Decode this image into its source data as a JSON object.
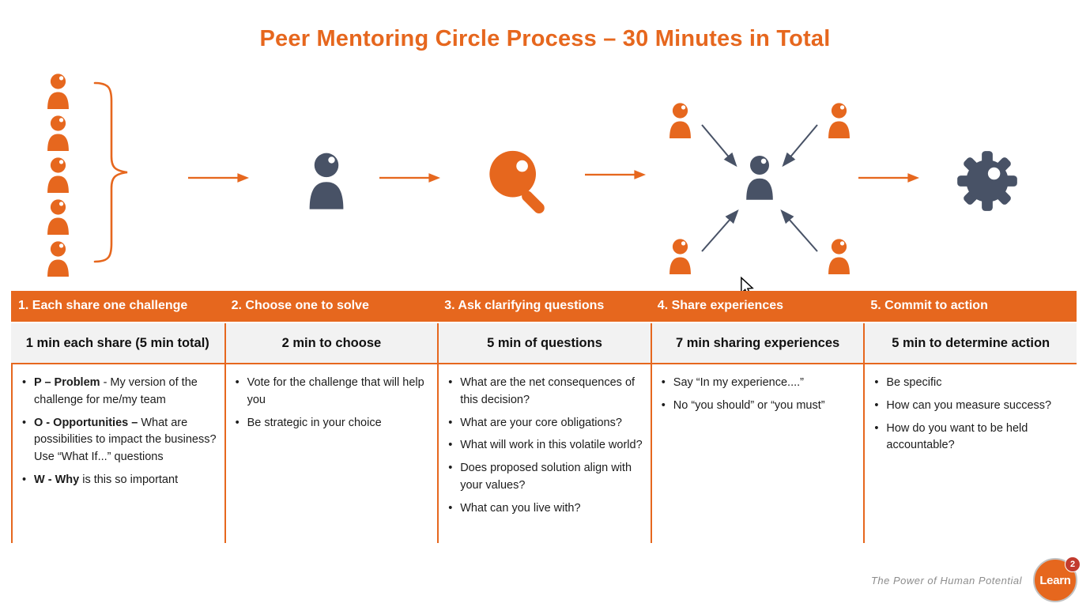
{
  "title": "Peer Mentoring Circle Process – 30 Minutes in Total",
  "colors": {
    "accent_orange": "#E6671E",
    "slate_gray": "#485266",
    "time_row_bg": "#F2F2F2",
    "body_text": "#1C1C1C",
    "tagline_gray": "#8D8D8D",
    "logo_badge_red": "#C23B2E"
  },
  "flow": {
    "participants_count": 5,
    "steps": [
      {
        "icon": "participants-stack"
      },
      {
        "icon": "arrow-right"
      },
      {
        "icon": "person"
      },
      {
        "icon": "arrow-right"
      },
      {
        "icon": "magnifying-glass"
      },
      {
        "icon": "arrow-right"
      },
      {
        "icon": "sharing-circle",
        "contributors": 4
      },
      {
        "icon": "arrow-right"
      },
      {
        "icon": "gear"
      }
    ]
  },
  "columns": [
    {
      "header": "1. Each share one challenge",
      "time": "1 min each share (5 min total)",
      "bullets": [
        [
          {
            "b": "P – Problem"
          },
          {
            "t": " - My version of the challenge for me/my team"
          }
        ],
        [
          {
            "b": "O - Opportunities –"
          },
          {
            "t": " What are possibilities to impact the business? Use “What If...” questions"
          }
        ],
        [
          {
            "b": "W - Why"
          },
          {
            "t": " is this so important"
          }
        ]
      ]
    },
    {
      "header": "2. Choose one to solve",
      "time": "2 min to choose",
      "bullets": [
        [
          {
            "t": "Vote for the challenge that will help you"
          }
        ],
        [
          {
            "t": "Be strategic in your choice"
          }
        ]
      ]
    },
    {
      "header": "3. Ask clarifying questions",
      "time": "5 min of questions",
      "bullets": [
        [
          {
            "t": "What are the net consequences of this decision?"
          }
        ],
        [
          {
            "t": "What are your core obligations?"
          }
        ],
        [
          {
            "t": "What will work in this volatile world?"
          }
        ],
        [
          {
            "t": "Does proposed solution align with your values?"
          }
        ],
        [
          {
            "t": "What can you live with?"
          }
        ]
      ]
    },
    {
      "header": "4. Share experiences",
      "time": "7 min sharing experiences",
      "bullets": [
        [
          {
            "t": "Say “In my experience....”"
          }
        ],
        [
          {
            "t": "No “you should” or “you must”"
          }
        ]
      ]
    },
    {
      "header": "5. Commit to action",
      "time": "5 min to determine action",
      "bullets": [
        [
          {
            "t": "Be specific"
          }
        ],
        [
          {
            "t": "How can you measure success?"
          }
        ],
        [
          {
            "t": "How do you want to be held accountable?"
          }
        ]
      ]
    }
  ],
  "footer": {
    "tagline": "The Power of Human Potential",
    "logo_text": "Learn",
    "logo_badge": "2"
  }
}
